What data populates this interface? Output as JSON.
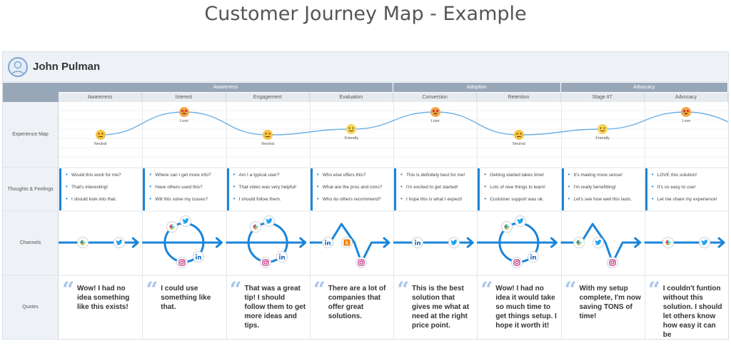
{
  "page": {
    "title": "Customer Journey Map - Example"
  },
  "persona": {
    "name": "John Pulman",
    "avatar_icon": "user-avatar-icon"
  },
  "rows": {
    "experience": "Experience Map",
    "thoughts": "Thoughts & Feelings",
    "channels": "Channels",
    "quotes": "Quotes"
  },
  "phases": [
    {
      "label": "Awareness"
    },
    {
      "label": "Adoption"
    },
    {
      "label": "Advocacy"
    }
  ],
  "stages": [
    {
      "label": "Awareness"
    },
    {
      "label": "Interest"
    },
    {
      "label": "Engagement"
    },
    {
      "label": "Evaluation"
    },
    {
      "label": "Conversion"
    },
    {
      "label": "Retention"
    },
    {
      "label": "Stage #7"
    },
    {
      "label": "Advocacy"
    }
  ],
  "experience_map": {
    "moods": [
      {
        "label": "Neutral",
        "level": 1
      },
      {
        "label": "Love",
        "level": 3
      },
      {
        "label": "Neutral",
        "level": 1
      },
      {
        "label": "Friendly",
        "level": 2
      },
      {
        "label": "Love",
        "level": 3
      },
      {
        "label": "Neutral",
        "level": 1
      },
      {
        "label": "Friendly",
        "level": 2
      },
      {
        "label": "Love",
        "level": 3
      }
    ]
  },
  "thoughts": [
    [
      "Would this work for me?",
      "That's interesting!",
      "I should look into that."
    ],
    [
      "Where can I get more info?",
      "Have others used this?",
      "Will this solve my issues?"
    ],
    [
      "Am I a typical user?",
      "That video was very helpful!",
      "I should follow them."
    ],
    [
      "Who else offers this?",
      "What are the pros and cons?",
      "Who do others recommend?"
    ],
    [
      "This is definitely best for me!",
      "I'm excited to get started!",
      "I hope this is what I expect!"
    ],
    [
      "Getting started takes time!",
      "Lots of new things to learn!",
      "Customer support was ok."
    ],
    [
      "It's making more sense!",
      "I'm really benefitting!",
      "Let's see how well this lasts."
    ],
    [
      "LOVE this solution!",
      "It's so easy to use!",
      "Let me share my experience!"
    ]
  ],
  "channels": [
    {
      "shape": "straight",
      "icons": [
        "slack-icon",
        "twitter-icon"
      ]
    },
    {
      "shape": "loop",
      "icons": [
        "slack-icon",
        "twitter-icon",
        "instagram-icon",
        "linkedin-icon"
      ]
    },
    {
      "shape": "loop",
      "icons": [
        "slack-icon",
        "twitter-icon",
        "instagram-icon",
        "linkedin-icon"
      ]
    },
    {
      "shape": "zigzag",
      "icons": [
        "linkedin-icon",
        "blogger-icon",
        "instagram-icon"
      ]
    },
    {
      "shape": "straight",
      "icons": [
        "linkedin-icon",
        "twitter-icon"
      ]
    },
    {
      "shape": "loop",
      "icons": [
        "slack-icon",
        "twitter-icon",
        "instagram-icon",
        "linkedin-icon"
      ]
    },
    {
      "shape": "zigzag",
      "icons": [
        "slack-icon",
        "twitter-icon",
        "instagram-icon"
      ]
    },
    {
      "shape": "straight",
      "icons": [
        "slack-icon",
        "twitter-icon"
      ]
    }
  ],
  "quotes": [
    "Wow! I had no idea something like this exists!",
    "I could use something like that.",
    "That was a great tip! I should follow them to get more ideas and tips.",
    "There are a lot of companies that offer great solutions.",
    "This is the best solution that gives me what at need at the right price point.",
    "Wow! I had no idea it would take so much time to get things setup. I hope it worth it!",
    "With my setup complete, I'm now saving TONS of time!",
    "I couldn't funtion without this solution. I should let others know how easy it can be"
  ],
  "colors": {
    "accent": "#1a84d8",
    "header": "#98a7b8",
    "curve": "#6ab0e6",
    "twitter": "#1da1f2",
    "linkedin": "#0a66c2",
    "instagram": "#c13584",
    "blogger": "#f57d00"
  }
}
